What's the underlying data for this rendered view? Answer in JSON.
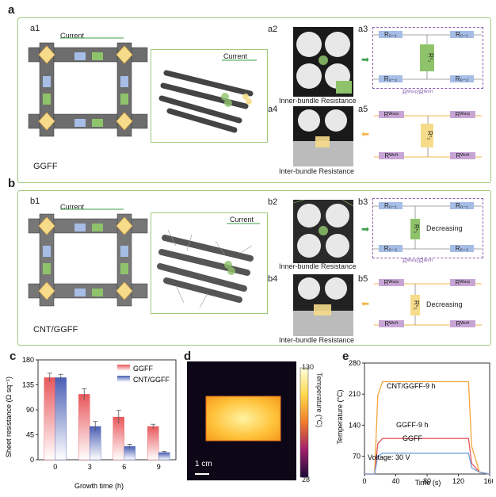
{
  "labels": {
    "a": "a",
    "b": "b",
    "c": "c",
    "d": "d",
    "e": "e",
    "a1": "a1",
    "a2": "a2",
    "a3": "a3",
    "a4": "a4",
    "a5": "a5",
    "b1": "b1",
    "b2": "b2",
    "b3": "b3",
    "b4": "b4",
    "b5": "b5"
  },
  "panel_a": {
    "current": "Current",
    "current2": "Current",
    "material": "GGFF",
    "inner": "Inner-bundle Resistance",
    "inter": "Inter-bundle Resistance",
    "r01": "R₀₋₁",
    "r02": "R₀₋₂",
    "rc1": "Rᶜ₁",
    "rc2": "Rᶜ₂",
    "rwarp": "Rᵂᵃʳᵖ",
    "rweft": "Rᵂᵉᶠᵗ",
    "warp_weft": "Rᵂᵃʳᵖ/Rᵂᵉᶠᵗ"
  },
  "panel_b": {
    "current": "Current",
    "current2": "Current",
    "material": "CNT/GGFF",
    "inner": "Inner-bundle Resistance",
    "inter": "Inter-bundle Resistance",
    "decreasing1": "Decreasing",
    "decreasing2": "Decreasing",
    "warp_weft": "Rᵂᵃʳᵖ/Rᵂᵉᶠᵗ"
  },
  "colors": {
    "green_box": "#9dc97a",
    "purple_dash": "#8a5fb0",
    "blue_res": "#a6bde6",
    "green_res": "#8fc36b",
    "yellow_res": "#f6dc8a",
    "purple_res": "#c7a6d6",
    "orange_line": "#f3b74a",
    "ggff_red": "#e8585c",
    "cnt_blue": "#4a5fb5",
    "cnt9h_orange": "#f5a53c"
  },
  "chart_c": {
    "type": "bar",
    "xlabel": "Growth time (h)",
    "ylabel": "Sheet resistance (Ω sq⁻¹)",
    "categories": [
      "0",
      "3",
      "6",
      "9"
    ],
    "yticks": [
      "0",
      "45",
      "90",
      "135",
      "180"
    ],
    "ylim": [
      0,
      180
    ],
    "legend": [
      "GGFF",
      "CNT/GGFF"
    ],
    "series": [
      {
        "name": "GGFF",
        "values": [
          148,
          118,
          77,
          60
        ],
        "errors": [
          8,
          10,
          12,
          4
        ]
      },
      {
        "name": "CNT/GGFF",
        "values": [
          148,
          60,
          24,
          13
        ],
        "errors": [
          6,
          9,
          4,
          2
        ]
      }
    ]
  },
  "panel_d": {
    "colorbar_max": "130",
    "colorbar_min": "28",
    "colorbar_label": "Temperature (°C)",
    "scale_bar": "1 cm"
  },
  "chart_e": {
    "type": "line",
    "xlabel": "Time (s)",
    "ylabel": "Temperature (°C)",
    "xticks": [
      "0",
      "40",
      "80",
      "120",
      "160"
    ],
    "yticks": [
      "70",
      "140",
      "210",
      "280"
    ],
    "xlim": [
      0,
      160
    ],
    "ylim": [
      30,
      280
    ],
    "voltage_note": "Voltage: 30 V",
    "series": [
      {
        "name": "CNT/GGFF-9 h",
        "plateau": 238
      },
      {
        "name": "GGFF-9 h",
        "plateau": 110
      },
      {
        "name": "GGFF",
        "plateau": 77
      }
    ],
    "on_time": 13,
    "off_time": 133
  }
}
